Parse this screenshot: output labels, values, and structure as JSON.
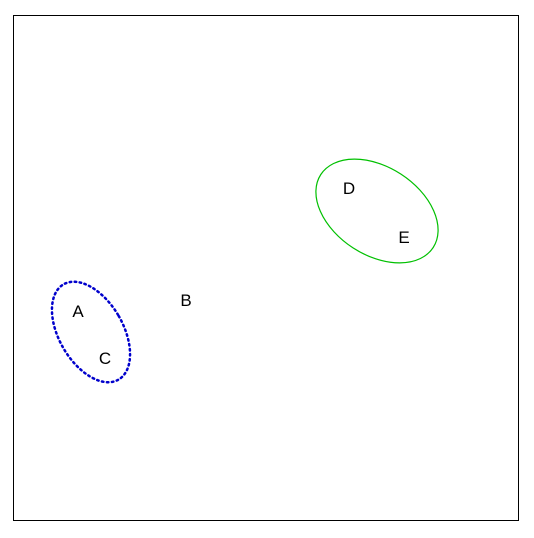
{
  "diagram": {
    "nodes": [
      {
        "id": "A",
        "label": "A"
      },
      {
        "id": "B",
        "label": "B"
      },
      {
        "id": "C",
        "label": "C"
      },
      {
        "id": "D",
        "label": "D"
      },
      {
        "id": "E",
        "label": "E"
      }
    ],
    "groups": [
      {
        "members": [
          "A",
          "C"
        ],
        "stroke": "#0000cc",
        "style": "dotted"
      },
      {
        "members": [
          "D",
          "E"
        ],
        "stroke": "#00c000",
        "style": "solid"
      }
    ],
    "colors": {
      "frame": "#000000",
      "text": "#000000",
      "background": "#ffffff"
    }
  }
}
